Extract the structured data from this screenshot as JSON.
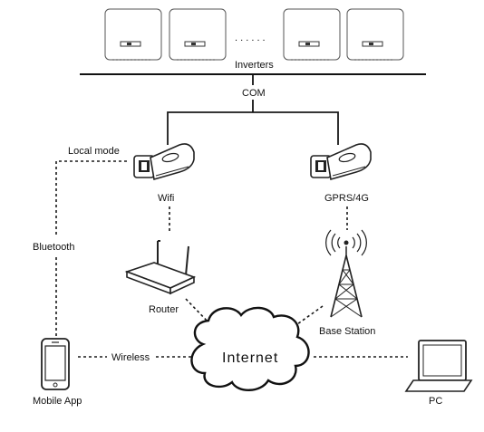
{
  "diagram": {
    "labels": {
      "inverters": "Inverters",
      "ellipsis": ". . . . . .",
      "com": "COM",
      "local_mode": "Local mode",
      "wifi": "Wifi",
      "gprs": "GPRS/4G",
      "bluetooth": "Bluetooth",
      "router": "Router",
      "base_station": "Base Station",
      "internet": "Internet",
      "wireless": "Wireless",
      "mobile_app": "Mobile App",
      "pc": "PC"
    }
  }
}
